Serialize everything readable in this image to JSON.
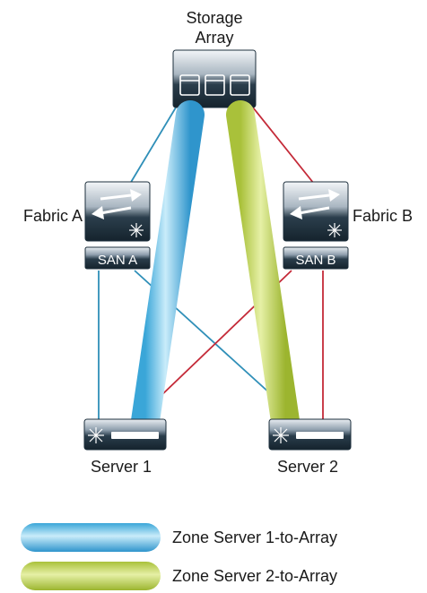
{
  "labels": {
    "storage_line1": "Storage",
    "storage_line2": "Array",
    "fabric_a": "Fabric A",
    "fabric_b": "Fabric B",
    "san_a": "SAN A",
    "san_b": "SAN B",
    "server1": "Server 1",
    "server2": "Server 2"
  },
  "legend": [
    {
      "label": "Zone Server 1-to-Array",
      "color": "#5fc4ea"
    },
    {
      "label": "Zone Server 2-to-Array",
      "color": "#c2d651"
    }
  ],
  "colors": {
    "fabric_a_link": "#2f8fb8",
    "fabric_b_link": "#c42a38",
    "device_dark": "#1d2f3c",
    "device_light": "#e9eef2"
  },
  "icons": {
    "storage": "disk-array-icon",
    "switch": "fibre-channel-switch-icon",
    "server": "server-icon"
  }
}
